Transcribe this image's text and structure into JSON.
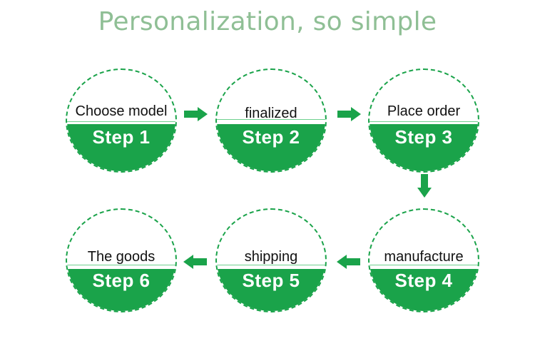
{
  "title": "Personalization, so simple",
  "colors": {
    "accent": "#1aa34a",
    "title": "#8fbf95",
    "separator": "#6fd08e"
  },
  "steps": [
    {
      "label": "Choose model",
      "step": "Step 1"
    },
    {
      "label": "finalized",
      "step": "Step 2"
    },
    {
      "label": "Place order",
      "step": "Step 3"
    },
    {
      "label": "manufacture",
      "step": "Step 4"
    },
    {
      "label": "shipping",
      "step": "Step 5"
    },
    {
      "label": "The goods",
      "step": "Step 6"
    }
  ],
  "arrows": [
    {
      "from": "Step 1",
      "to": "Step 2",
      "direction": "right"
    },
    {
      "from": "Step 2",
      "to": "Step 3",
      "direction": "right"
    },
    {
      "from": "Step 3",
      "to": "Step 4",
      "direction": "down"
    },
    {
      "from": "Step 4",
      "to": "Step 5",
      "direction": "left"
    },
    {
      "from": "Step 5",
      "to": "Step 6",
      "direction": "left"
    }
  ]
}
